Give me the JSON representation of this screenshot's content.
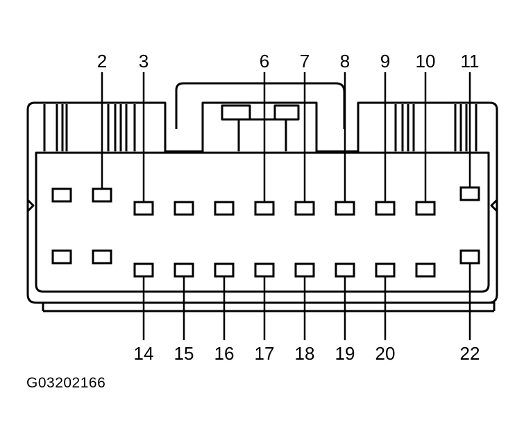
{
  "figure_code": "G03202166",
  "top_pin_labels": [
    "2",
    "3",
    "6",
    "7",
    "8",
    "9",
    "10",
    "11"
  ],
  "bottom_pin_labels": [
    "14",
    "15",
    "16",
    "17",
    "18",
    "19",
    "20",
    "22"
  ]
}
